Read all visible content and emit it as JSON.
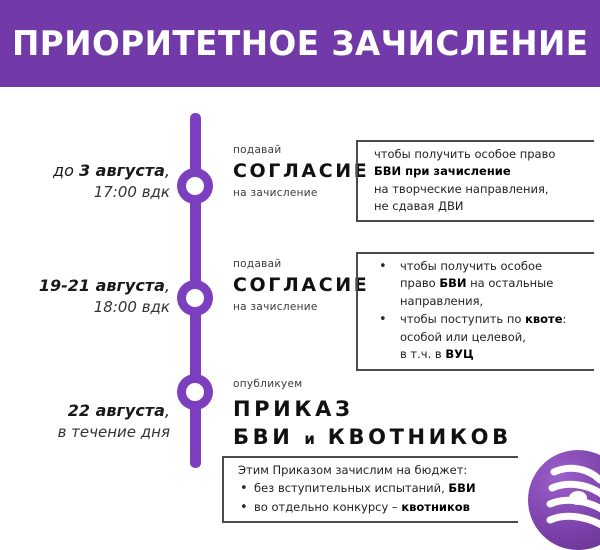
{
  "banner": {
    "title": "ПРИОРИТЕТНОЕ ЗАЧИСЛЕНИЕ",
    "bg_color": "#7239A8",
    "text_color": "#FFFFFF"
  },
  "theme": {
    "timeline_color": "#7B3FBF",
    "bracket_color": "#4B4B4B",
    "body_text_color": "#1F1F1F"
  },
  "timeline": {
    "nodes": [
      {
        "name": "node-1"
      },
      {
        "name": "node-2"
      },
      {
        "name": "node-3"
      }
    ]
  },
  "rows": [
    {
      "date_main_prefix": "до ",
      "date_main_bold": "3 августа",
      "date_main_suffix": ",",
      "date_sub": "17:00 вдк",
      "action_pre": "подавай",
      "action_main": "СОГЛАСИЕ",
      "action_post": "на зачисление",
      "note_lines": [
        "чтобы получить особое право",
        "БВИ при зачисление",
        "на творческие направления,",
        "не сдавая ДВИ"
      ]
    },
    {
      "date_main_prefix": "",
      "date_main_bold": "19-21 августа",
      "date_main_suffix": ",",
      "date_sub": "18:00 вдк",
      "action_pre": "подавай",
      "action_main": "СОГЛАСИЕ",
      "action_post": "на зачисление",
      "bullets": [
        [
          "чтобы получить особое",
          "право БВИ на остальные",
          "направления,"
        ],
        [
          "чтобы поступить по квоте:",
          "особой или целевой,",
          "в т.ч. в ВУЦ"
        ]
      ]
    },
    {
      "date_main_prefix": "",
      "date_main_bold": "22 августа",
      "date_main_suffix": ",",
      "date_sub": "в течение дня",
      "order_pre": "опубликуем",
      "order_line_1": "ПРИКАЗ",
      "order_line_2_a": "БВИ",
      "order_line_2_conj": "и",
      "order_line_2_b": "КВОТНИКОВ"
    }
  ],
  "bottom_note": {
    "lead": "Этим Приказом зачислим на бюджет:",
    "bullets": [
      {
        "plain": "без вступительных испытаний, ",
        "bold": "БВИ"
      },
      {
        "plain": "во отдельно конкурсу – ",
        "bold": "квотников"
      }
    ]
  },
  "corner_logo": {
    "icon": "university-emblem-icon",
    "color": "#7B3FA8"
  }
}
